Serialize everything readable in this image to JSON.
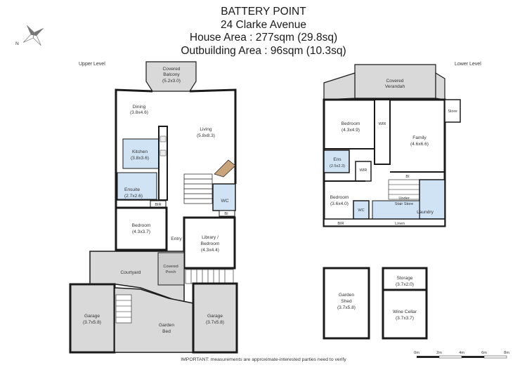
{
  "header": {
    "suburb": "BATTERY POINT",
    "address": "24 Clarke Avenue",
    "house_area": "House Area : 277sqm (29.8sq)",
    "outbuilding_area": "Outbuilding Area : 96sqm (10.3sq)"
  },
  "levels": {
    "upper": "Upper Level",
    "lower": "Lower Level"
  },
  "compass": {
    "label": "N",
    "icon": "compass-star-icon"
  },
  "upper_rooms": {
    "balcony_name": "Covered",
    "balcony_name2": "Balcony",
    "balcony_size": "(5.2x3.0)",
    "dining_name": "Dining",
    "dining_size": "(3.8x4.6)",
    "living_name": "Living",
    "living_size": "(5.8x8.3)",
    "kitchen_name": "Kitchen",
    "kitchen_size": "(3.8x3.6)",
    "ensuite_name": "Ensuite",
    "ensuite_size": "(2.7x2.6)",
    "wc": "WC",
    "bir": "BIR",
    "bi": "BI",
    "bedroom_name": "Bedroom",
    "bedroom_size": "(4.3x3.7)",
    "entry": "Entry",
    "library_name": "Library /",
    "library_name2": "Bedroom",
    "library_size": "(4.3x4.4)",
    "courtyard": "Courtyard",
    "porch_name": "Covered",
    "porch_name2": "Porch",
    "garage_left_name": "Garage",
    "garage_left_size": "(3.7x5.8)",
    "garden_bed_name": "Garden",
    "garden_bed_name2": "Bed",
    "garage_right_name": "Garage",
    "garage_right_size": "(3.7x5.8)"
  },
  "lower_rooms": {
    "verandah_name": "Covered",
    "verandah_name2": "Verandah",
    "bedroom1_name": "Bedroom",
    "bedroom1_size": "(4.3x4.9)",
    "wir": "WIR",
    "wir2": "WIR",
    "family_name": "Family",
    "family_size": "(4.6x6.6)",
    "store": "Store",
    "ens_name": "Ens",
    "ens_size": "(2.5x2.3)",
    "bi": "BI",
    "bedroom2_name": "Bedroom",
    "bedroom2_size": "(3.6x4.0)",
    "wc": "WC",
    "under_stair_name": "Under",
    "under_stair_name2": "Stair Store",
    "laundry": "Laundry",
    "bir": "BIR",
    "linen": "Linen"
  },
  "outbuildings": {
    "shed_name": "Garden",
    "shed_name2": "Shed",
    "shed_size": "(3.7x5.8)",
    "storage_name": "Storage",
    "storage_size": "(3.7x2.0)",
    "cellar_name": "Wine Cellar",
    "cellar_size": "(3.7x3.7)"
  },
  "scale_bar": {
    "ticks": [
      "0m",
      "2m",
      "4m",
      "6m",
      "8m"
    ]
  },
  "footer": {
    "disclaimer": "IMPORTANT: measurements are approximate-interested parties need to verify"
  },
  "colors": {
    "wall": "#1a1a1a",
    "outdoor_fill": "#d9d9d9",
    "wet_area_fill": "#cfe3f5",
    "floor_fill": "#ffffff"
  }
}
